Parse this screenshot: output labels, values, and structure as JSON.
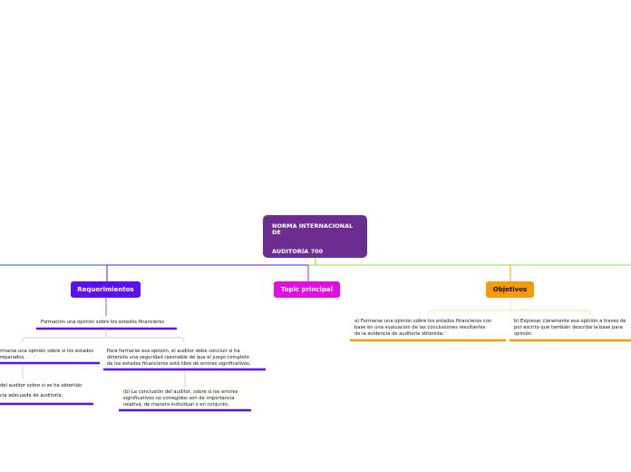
{
  "central": {
    "title_line1": "NORMA INTERNACIONAL DE",
    "title_line2": "AUDITORÍA 700",
    "color": "#6b2d90"
  },
  "main_topics": {
    "requerimientos": "Requerimientos",
    "topic_principal": "Topic principal",
    "objetivos": "Objetivos"
  },
  "colors": {
    "requerimientos": "#5c0ff0",
    "topic_principal": "#e20fe4",
    "objetivos": "#f59b0a",
    "left_branch": "#1f5fbf",
    "right_branch": "#8fdc3a"
  },
  "requerimientos": {
    "formacion": "Formación una opinión sobre los estados financieros",
    "left_child": {
      "line1": "rmarse una opinión sobre si los estados",
      "line2": "reparados,"
    },
    "right_child": {
      "line1": "Para formarse esa opinión, el auditor debe concluir si ha",
      "line2": "obtenido una seguridad razonable de que el juego completo",
      "line3": "de los estados financieros está libre de errores significativos,"
    },
    "left_sub": {
      "line1": "del auditor sobre si se ha obtenido",
      "line2": "cia adecuada de auditoría;"
    },
    "right_sub": {
      "line1": "(b) La conclusión del auditor, sobre si los errores",
      "line2": "significativos no corregidos son de importancia",
      "line3": "relativa, de manera individual o en conjunto."
    }
  },
  "objetivos": {
    "a": {
      "line1": "a) Formarse una opinión sobre los estados financieros con",
      "line2": "base en una evaluación de las conclusiones resultantes",
      "line3": "de la evidencia de auditoría obtenida;"
    },
    "b": {
      "line1": "b) Expresar claramente esa opinión a través de",
      "line2": "por escrito que también describa la base para",
      "line3": "opinión."
    }
  }
}
